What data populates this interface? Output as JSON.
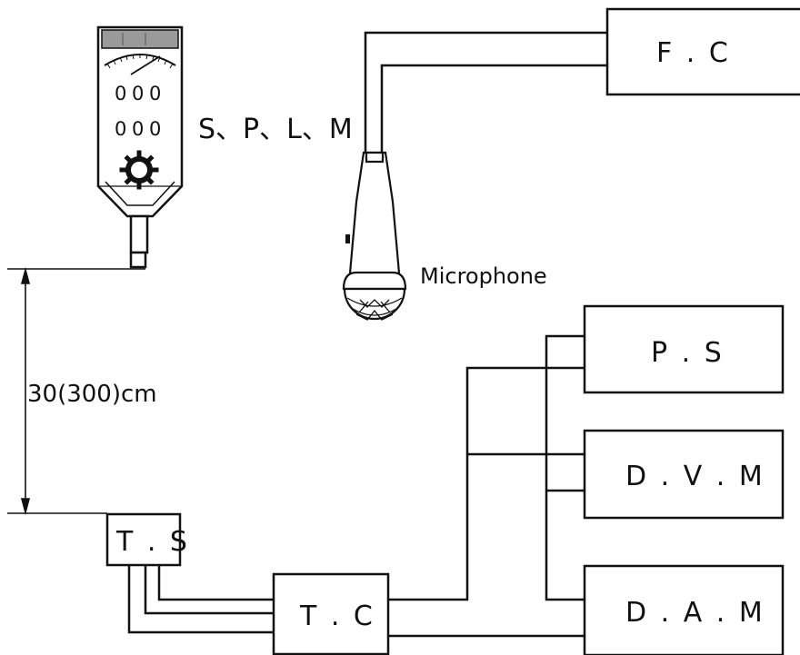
{
  "labels": {
    "splm": "S、P、L、M",
    "microphone": "Microphone",
    "distance": "30(300)cm"
  },
  "boxes": {
    "fc": "F . C",
    "ps": "P . S",
    "dvm": "D . V . M",
    "dam": "D . A . M",
    "ts": "T . S",
    "tc": "T . C"
  },
  "meter_buttons": [
    "0",
    "0",
    "0",
    "0",
    "0",
    "0"
  ],
  "icons": {
    "meter": "sound-level-meter-icon",
    "microphone": "microphone-icon",
    "knob": "gear-knob-icon"
  }
}
